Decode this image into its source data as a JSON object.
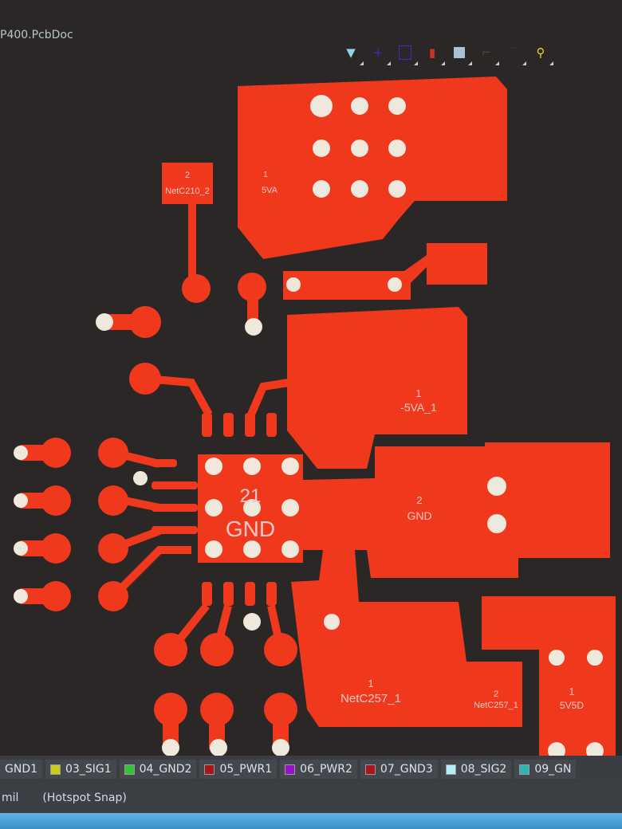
{
  "document": {
    "title": "P400.PcbDoc"
  },
  "toolbar": {
    "icons": [
      "filter-icon",
      "cross-icon",
      "rectangle-select-icon",
      "chart-icon",
      "square-icon",
      "route-icon",
      "arc-icon",
      "probe-icon"
    ]
  },
  "pcb": {
    "copper_color": "#f0391c",
    "background_color": "#2b2726",
    "labels": [
      {
        "num": "2",
        "net": "NetC210_2"
      },
      {
        "num": "1",
        "net": "5VA"
      },
      {
        "num": "1",
        "net": "-5VA_1"
      },
      {
        "num": "21",
        "net": "GND"
      },
      {
        "num": "2",
        "net": "GND"
      },
      {
        "num": "1",
        "net": "NetC257_1"
      },
      {
        "num": "2",
        "net": "NetC257_1"
      },
      {
        "num": "1",
        "net": "5V5D"
      }
    ]
  },
  "layers": [
    {
      "name": "GND1",
      "color": ""
    },
    {
      "name": "03_SIG1",
      "color": "#c8cc1e"
    },
    {
      "name": "04_GND2",
      "color": "#35c23a"
    },
    {
      "name": "05_PWR1",
      "color": "#a8161c"
    },
    {
      "name": "06_PWR2",
      "color": "#9a12c8"
    },
    {
      "name": "07_GND3",
      "color": "#a8161c"
    },
    {
      "name": "08_SIG2",
      "color": "#b6ecf4"
    },
    {
      "name": "09_GN",
      "color": "#2fb4b4"
    }
  ],
  "status": {
    "units": "mil",
    "snap": "(Hotspot Snap)"
  }
}
